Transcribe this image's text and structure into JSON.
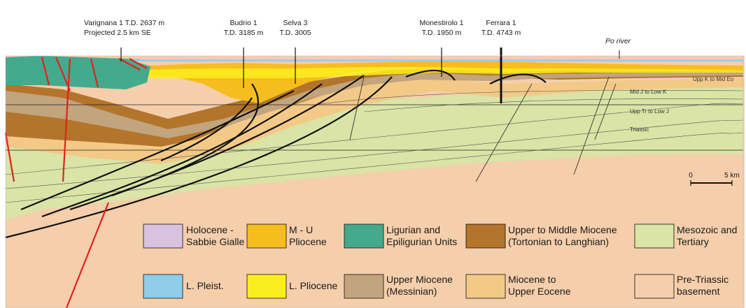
{
  "wells": [
    {
      "name": "Varignana 1 T.D. 2637 m",
      "note": "Projected 2.5 km SE"
    },
    {
      "name": "Budrio 1",
      "td": "T.D. 3185 m"
    },
    {
      "name": "Selva 3",
      "td": "T.D. 3005"
    },
    {
      "name": "Monestirolo 1",
      "td": "T.D. 1950 m"
    },
    {
      "name": "Ferrara 1",
      "td": "T.D. 4743 m"
    }
  ],
  "river_label": "Po river",
  "section_labels": {
    "upp_k": "Upp K to Mid Eo",
    "mid_j": "Mid J to Low K",
    "upp_tr": "Upp Tr to Low J",
    "triassic": "Triassic"
  },
  "scale": {
    "start": "0",
    "end": "5 km"
  },
  "legend": [
    {
      "key": "holocene",
      "line1": "Holocene -",
      "line2": "Sabbie Gialle",
      "color": "#d9c2e0"
    },
    {
      "key": "mu_pliocene",
      "line1": "M - U",
      "line2": "Pliocene",
      "color": "#f6bd1e"
    },
    {
      "key": "ligurian",
      "line1": "Ligurian and",
      "line2": "Epiligurian Units",
      "color": "#45a98d"
    },
    {
      "key": "upper_middle_miocene",
      "line1": "Upper to Middle Miocene",
      "line2": "(Tortonian to Langhian)",
      "color": "#b3752b"
    },
    {
      "key": "mesozoic",
      "line1": "Mesozoic and",
      "line2": "Tertiary",
      "color": "#d9e4a6"
    },
    {
      "key": "l_pleist",
      "line1": "L. Pleist.",
      "line2": "",
      "color": "#8fcde9"
    },
    {
      "key": "l_pliocene",
      "line1": "L. Pliocene",
      "line2": "",
      "color": "#fbee1e"
    },
    {
      "key": "upper_miocene",
      "line1": "Upper Miocene",
      "line2": "(Messinian)",
      "color": "#c2a47d"
    },
    {
      "key": "miocene_eocene",
      "line1": "Miocene to",
      "line2": "Upper Eocene",
      "color": "#f3c987"
    },
    {
      "key": "pre_triassic",
      "line1": "Pre-Triassic",
      "line2": "basement",
      "color": "#f5ceab"
    }
  ]
}
